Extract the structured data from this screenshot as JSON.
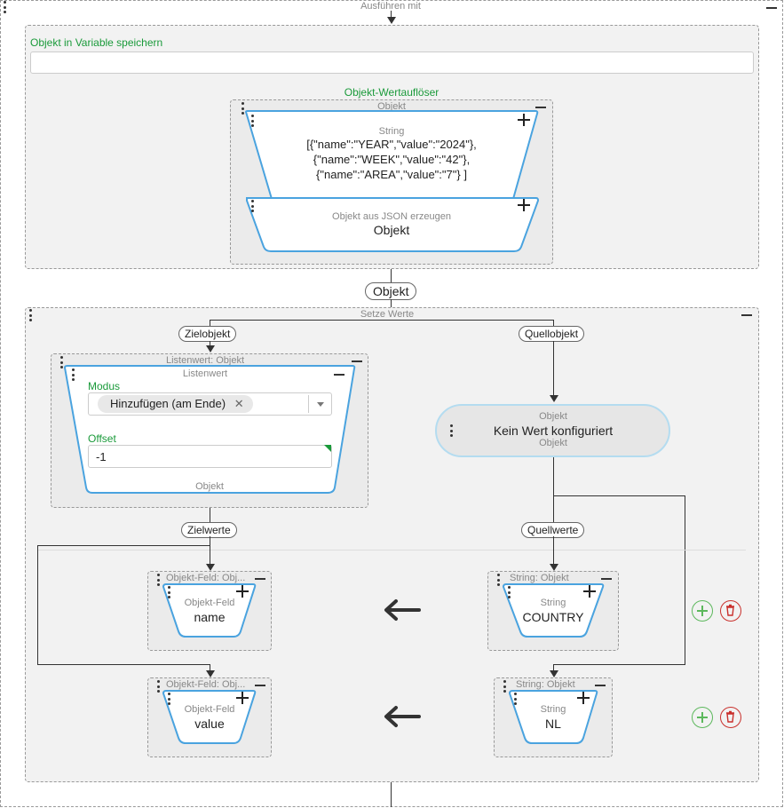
{
  "execute_with_label": "Ausführen mit",
  "store_block": {
    "label": "Objekt in Variable speichern",
    "value": ""
  },
  "resolver": {
    "title": "Objekt-Wertauflöser",
    "container_label": "Objekt",
    "string_block": {
      "type": "String",
      "lines": [
        "[{\"name\":\"YEAR\",\"value\":\"2024\"},",
        "{\"name\":\"WEEK\",\"value\":\"42\"},",
        "{\"name\":\"AREA\",\"value\":\"7\"} ]"
      ]
    },
    "json_block": {
      "type": "Objekt aus JSON erzeugen",
      "value": "Objekt"
    }
  },
  "result_pill": "Objekt",
  "set_values": {
    "label": "Setze Werte",
    "target_pill": "Zielobjekt",
    "source_pill": "Quellobjekt",
    "list_value": {
      "container_label": "Listenwert: Objekt",
      "block_label": "Listenwert",
      "mode_label": "Modus",
      "mode_value": "Hinzufügen (am Ende)",
      "offset_label": "Offset",
      "offset_value": "-1",
      "output_label": "Objekt"
    },
    "source_object": {
      "top_label": "Objekt",
      "value": "Kein Wert konfiguriert",
      "bottom_label": "Objekt"
    },
    "target_values_pill": "Zielwerte",
    "source_values_pill": "Quellwerte",
    "rows": [
      {
        "target_container": "Objekt-Feld: Obj...",
        "target_type": "Objekt-Feld",
        "target_value": "name",
        "source_container": "String: Objekt",
        "source_type": "String",
        "source_value": "COUNTRY"
      },
      {
        "target_container": "Objekt-Feld: Obj...",
        "target_type": "Objekt-Feld",
        "target_value": "value",
        "source_container": "String: Objekt",
        "source_type": "String",
        "source_value": "NL"
      }
    ]
  },
  "colors": {
    "accent_blue": "#4aa3df",
    "green": "#1a9a3a",
    "add": "#5cb85c",
    "delete": "#c9302c"
  }
}
